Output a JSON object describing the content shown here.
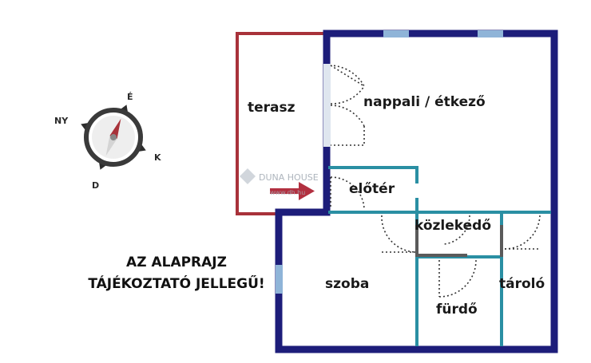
{
  "rooms": {
    "terasz": "terasz",
    "nappali": "nappali / étkező",
    "eloter": "előtér",
    "kozlekedo": "közlekedő",
    "szoba": "szoba",
    "furdo": "fürdő",
    "tarolo": "tároló"
  },
  "note": {
    "line1": "AZ ALAPRAJZ",
    "line2": "TÁJÉKOZTATÓ JELLEGŰ!"
  },
  "compass": {
    "north": "É",
    "south": "D",
    "east": "K",
    "west": "NY"
  },
  "watermark": {
    "brand": "DUNA HOUSE",
    "url": "www.dh.hu"
  },
  "colors": {
    "outer_wall": "#1d1d7a",
    "inner_wall": "#2a8fa3",
    "terrace": "#a8323a",
    "window": "#8fb4d8",
    "arrow": "#b23040"
  }
}
